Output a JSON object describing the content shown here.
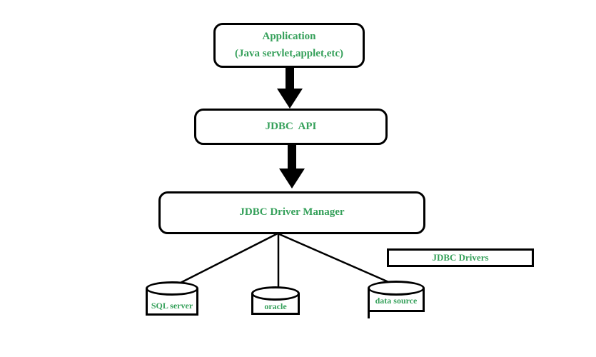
{
  "diagram": {
    "application": {
      "line1": "Application",
      "line2": "(Java servlet,applet,etc)"
    },
    "jdbc_api": {
      "label": "JDBC  API"
    },
    "driver_manager": {
      "label": "JDBC Driver Manager"
    },
    "jdbc_drivers": {
      "label": "JDBC Drivers"
    },
    "databases": [
      {
        "label": "SQL server"
      },
      {
        "label": "oracle"
      },
      {
        "label": "data source"
      }
    ],
    "colors": {
      "label_green": "#35a05a",
      "stroke_black": "#000000",
      "background": "#ffffff"
    }
  }
}
